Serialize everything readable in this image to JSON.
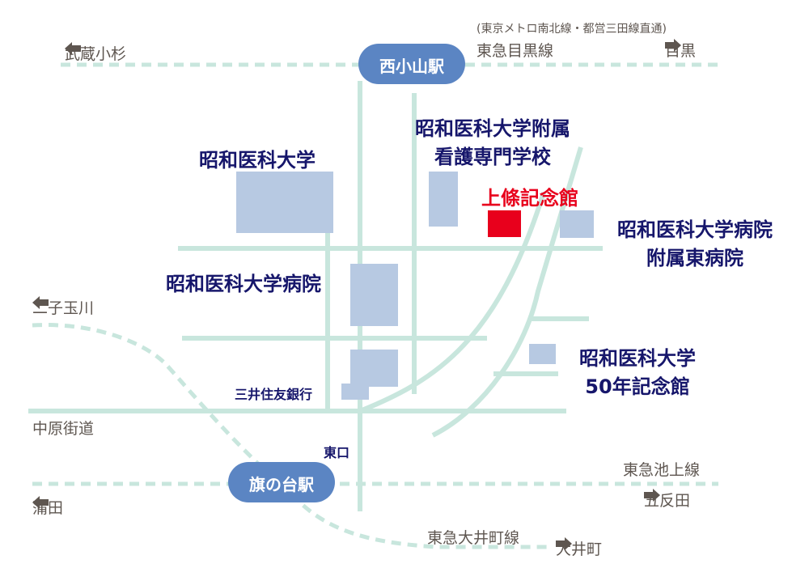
{
  "stations": {
    "nishikoyama": "西小山駅",
    "hatanodai": "旗の台駅"
  },
  "lines": {
    "meguro_line": "東急目黒線",
    "meguro_note": "(東京メトロ南北線・都営三田線直通)",
    "ikegami_line": "東急池上線",
    "oimachi_line": "東急大井町線",
    "nakahara_road": "中原街道"
  },
  "directions": {
    "musashikosugi": "武蔵小杉",
    "meguro": "目黒",
    "futakotamagawa": "二子玉川",
    "kamata": "蒲田",
    "gotanda": "五反田",
    "oimachi": "大井町"
  },
  "buildings": {
    "univ": "昭和医科大学",
    "nursing_1": "昭和医科大学附属",
    "nursing_2": "看護専門学校",
    "kamijo": "上條記念館",
    "east_hosp_1": "昭和医科大学病院",
    "east_hosp_2": "附属東病院",
    "hospital": "昭和医科大学病院",
    "fifty_1": "昭和医科大学",
    "fifty_2": "50年記念館",
    "smbc": "三井住友銀行",
    "east_exit": "東口"
  },
  "colors": {
    "road": "#c8e6dd",
    "rail": "#c8e6dd",
    "building": "#b7c9e2",
    "target": "#e8001c",
    "station": "#5b85c3",
    "label_navy": "#16166b",
    "label_gray": "#5e5650"
  }
}
